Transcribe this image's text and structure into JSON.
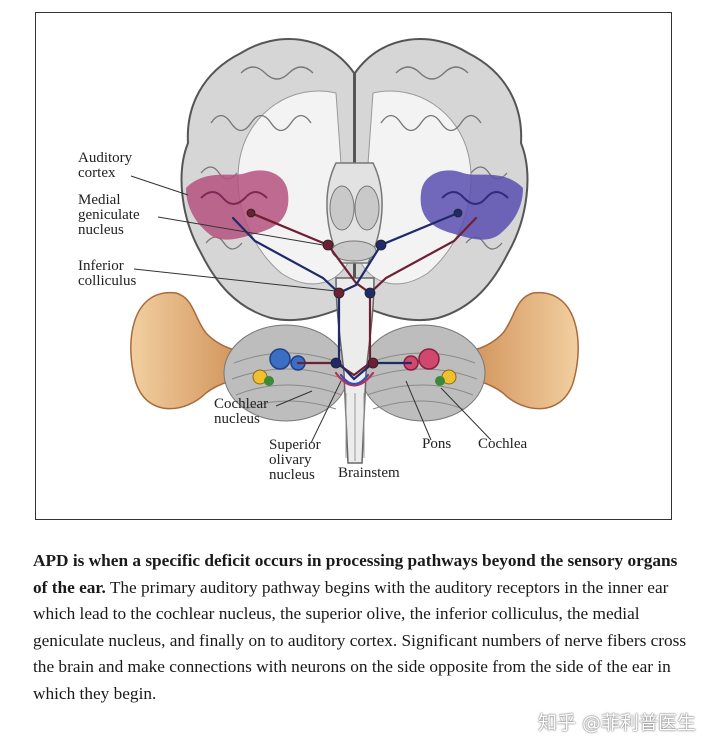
{
  "labels": {
    "auditory_cortex": "Auditory\ncortex",
    "medial_geniculate": "Medial\ngeniculate\nnucleus",
    "inferior_colliculus": "Inferior\ncolliculus",
    "cochlear_nucleus": "Cochlear\nnucleus",
    "superior_olivary": "Superior\nolivary\nnucleus",
    "brainstem": "Brainstem",
    "pons": "Pons",
    "cochlea": "Cochlea"
  },
  "caption": {
    "lead": "APD is when a specific deficit occurs in processing pathways beyond the sensory organs of the ear.",
    "body": "The primary auditory pathway begins with the auditory receptors in the inner ear which lead to the cochlear nucleus, the superior olive, the inferior colliculus, the medial geniculate nucleus, and finally on to auditory cortex. Significant numbers of nerve fibers cross the brain and make connections with neurons on the side opposite from the side of the ear in which they begin."
  },
  "watermark": "知乎 @菲利普医生",
  "colors": {
    "left_cortex": "#b5527f",
    "right_cortex": "#5a4fb0",
    "pathway_dark_red": "#6e1f33",
    "pathway_navy": "#1f2a6b",
    "ear": "#d9a06a",
    "brain_gray": "#d8d8d8"
  }
}
